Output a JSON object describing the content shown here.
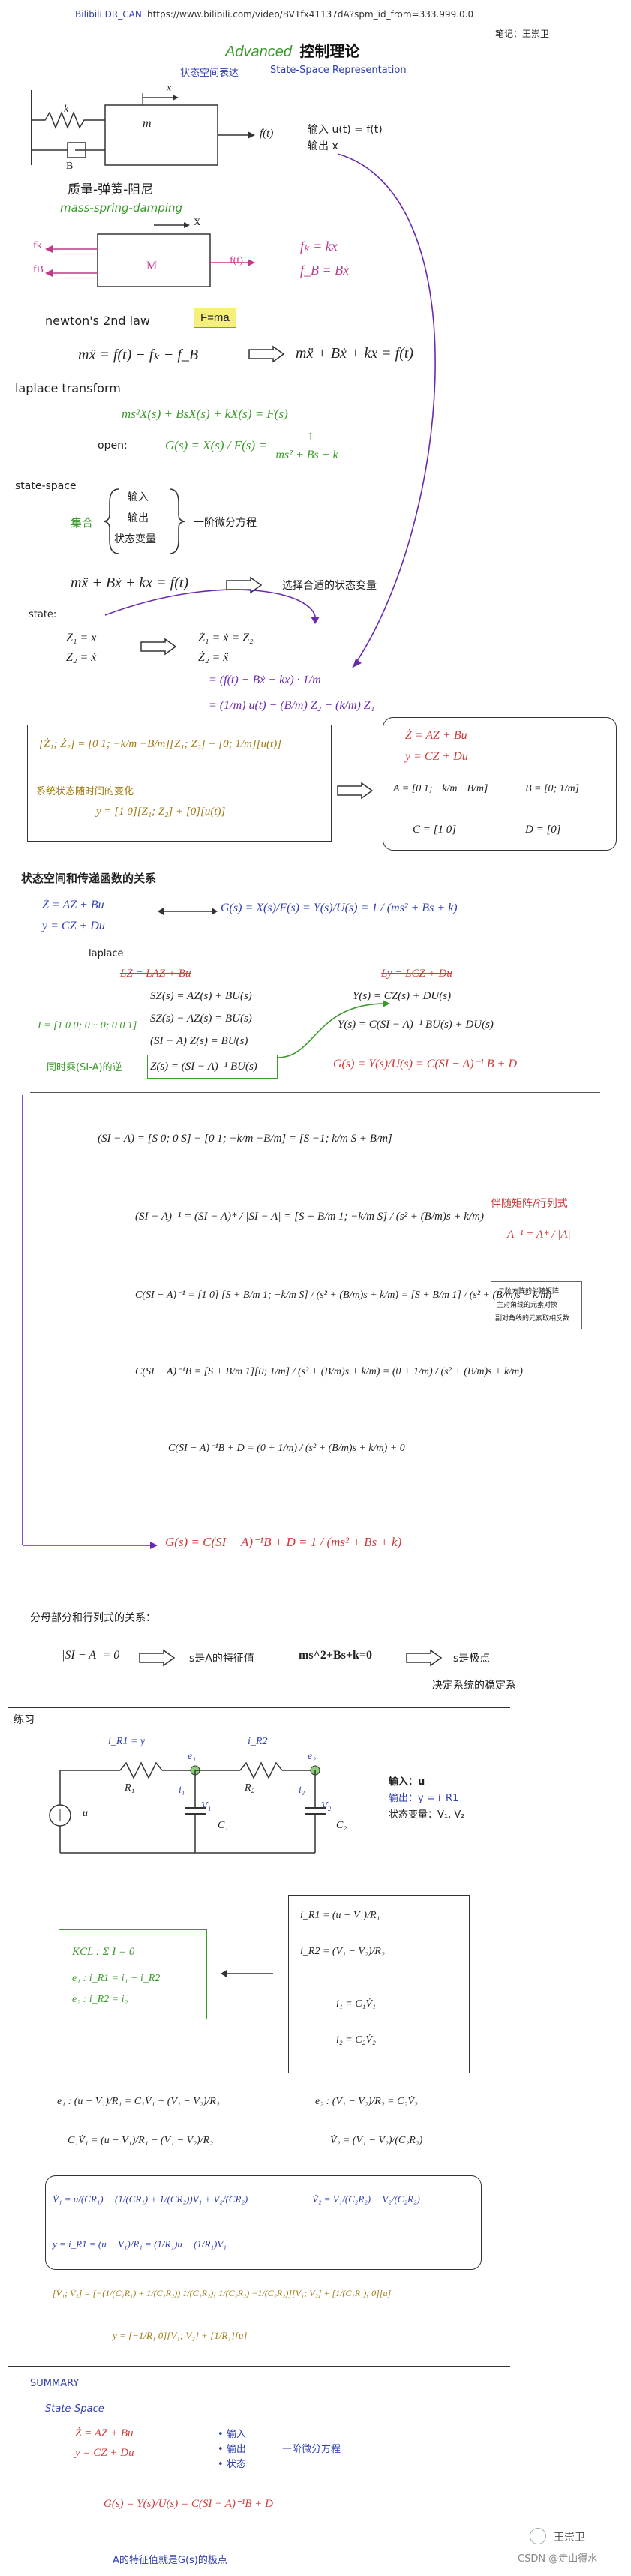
{
  "header": {
    "source_prefix": "Bilibili DR_CAN",
    "url": "https://www.bilibili.com/video/BV1fx41137dA?spm_id_from=333.999.0.0",
    "author_note": "笔记：王崇卫"
  },
  "title": {
    "advanced": "Advanced",
    "main": "控制理论"
  },
  "subtitle": {
    "cn": "状态空间表达",
    "en": "State-Space Representation"
  },
  "intro": {
    "spring_label": "k",
    "damper_label": "B",
    "mass_label": "m",
    "x_label": "x",
    "force_label": "f(t)",
    "input_line": "输入  u(t) = f(t)",
    "output_line": "输出  x",
    "msd_cn": "质量-弹簧-阻尼",
    "msd_en": "mass-spring-damping",
    "fbd_mass": "M",
    "fbd_fk": "fk",
    "fbd_fb": "fB",
    "fbd_ft": "f(t)",
    "fbd_x": "X",
    "fk_eq": "fₖ = kx",
    "fb_eq": "f_B = Bẋ"
  },
  "newton": {
    "label": "newton's 2nd law",
    "fma": "F=ma",
    "eq_left": "mẍ = f(t) − fₖ − f_B",
    "eq_right": "mẍ + Bẋ + kx = f(t)"
  },
  "laplace": {
    "label": "laplace transform",
    "eq": "ms²X(s) + BsX(s) + kX(s) = F(s)",
    "open_label": "open:",
    "tf_lhs": "G(s) = X(s) / F(s) =",
    "tf_num": "1",
    "tf_den": "ms² + Bs + k"
  },
  "state_space_intro": {
    "label": "state-space",
    "set_label": "集合",
    "items": [
      "输入",
      "输出",
      "状态变量"
    ],
    "ode_label": "一阶微分方程",
    "ode": "mẍ + Bẋ + kx = f(t)",
    "choose": "选择合适的状态变量"
  },
  "state_def": {
    "label": "state:",
    "z1": "Z₁ = x",
    "z2": "Z₂ = ẋ",
    "z1dot": "Ż₁ = ẋ = Z₂",
    "z2dot": "Ż₂ = ẍ",
    "z2dot_line2": "= (f(t) − Bẋ − kx) · 1/m",
    "z2dot_line3": "= (1/m) u(t) − (B/m) Z₂ − (k/m) Z₁"
  },
  "matrix_box": {
    "eq": "[Ż₁; Ż₂] = [0 1; −k/m −B/m][Z₁; Z₂] + [0; 1/m][u(t)]",
    "note": "系统状态随时间的变化",
    "y_eq": "y = [1 0][Z₁; Z₂] + [0][u(t)]"
  },
  "general_box": {
    "zdot": "Ż = AZ + Bu",
    "y": "y = CZ + Du",
    "A": "A = [0 1; −k/m −B/m]",
    "B": "B = [0; 1/m]",
    "C": "C = [1  0]",
    "D": "D = [0]"
  },
  "relation": {
    "heading": "状态空间和传递函数的关系",
    "zdot": "Ż = AZ + Bu",
    "y": "y = CZ + Du",
    "gs": "G(s) = X(s)/F(s) = Y(s)/U(s) = 1 / (ms² + Bs + k)",
    "laplace_label": "laplace",
    "lz": "LŻ = LAZ + Bu",
    "ly": "Ly = LCZ + Du",
    "s1": "SZ(s) = AZ(s) + BU(s)",
    "s2": "SZ(s) − AZ(s) = BU(s)",
    "s3": "(SI − A) Z(s) = BU(s)",
    "s4": "Z(s) = (SI − A)⁻¹ BU(s)",
    "identity": "I = [1 0 0; 0 ·· 0; 0 0 1]",
    "note": "同时乘(SI-A)的逆",
    "y1": "Y(s) = CZ(s) + DU(s)",
    "y2": "Y(s) = C(SI − A)⁻¹ BU(s) + DU(s)",
    "gfinal": "G(s) = Y(s)/U(s) = C(SI − A)⁻¹ B + D"
  },
  "compute": {
    "si_a": "(SI − A) = [S 0; 0 S] − [0 1; −k/m −B/m] = [S −1; k/m S + B/m]",
    "inv": "(SI − A)⁻¹ = (SI − A)* / |SI − A| = [S + B/m  1; −k/m  S] / (s² + (B/m)s + k/m)",
    "adj_label": "伴随矩阵/行列式",
    "adj_formula": "A⁻¹ = A* / |A|",
    "side_note": [
      "二阶方阵的伴随矩阵",
      "主对角线的元素对换",
      "副对角线的元素取相反数"
    ],
    "c_inv": "C(SI − A)⁻¹ = [1 0] [S + B/m  1; −k/m  S] / (s² + (B/m)s + k/m) = [S + B/m  1] / (s² + (B/m)s + k/m)",
    "c_inv_b": "C(SI − A)⁻¹B = [S + B/m  1][0; 1/m] / (s² + (B/m)s + k/m) = (0 + 1/m) / (s² + (B/m)s + k/m)",
    "c_inv_bd": "C(SI − A)⁻¹B + D = (0 + 1/m) / (s² + (B/m)s + k/m) + 0",
    "final": "G(s) = C(SI − A)⁻¹B + D = 1 / (ms² + Bs + k)"
  },
  "denominator": {
    "label": "分母部分和行列式的关系：",
    "det": "|SI − A| = 0",
    "eigen": "s是A的特征值",
    "char_eq": "ms^2+Bs+k=0",
    "pole": "s是极点",
    "stability": "决定系统的稳定系"
  },
  "exercise": {
    "label": "练习",
    "ir1": "i_R1 = y",
    "e1": "e₁",
    "ir2": "i_R2",
    "e2": "e₂",
    "r1": "R₁",
    "r2": "R₂",
    "c1": "C₁",
    "c2": "C₂",
    "v1": "V₁",
    "v2": "V₂",
    "i1": "i₁",
    "i2": "i₂",
    "u": "u",
    "io_input": "输入：u",
    "io_output": "输出：y = i_R1",
    "io_state": "状态变量：V₁, V₂",
    "kcl": "KCL : Σ I = 0",
    "kcl_e1": "e₁ : i_R1 = i₁ + i_R2",
    "kcl_e2": "e₂ : i_R2 = i₂",
    "r_ir1": "i_R1 = (u − V₁)/R₁",
    "r_ir2": "i_R2 = (V₁ − V₂)/R₂",
    "r_i1": "i₁ = C₁V̇₁",
    "r_i2": "i₂ = C₂V̇₂",
    "e1_eq": "e₁ : (u − V₁)/R₁ = C₁V̇₁ + (V₁ − V₂)/R₂",
    "e1_res": "C₁V̇₁ = (u − V₁)/R₁ − (V₁ − V₂)/R₂",
    "e2_eq": "e₂ : (V₁ − V₂)/R₂ = C₂V̇₂",
    "e2_res": "V̇₂ = (V₁ − V₂)/(C₂R₂)",
    "v1dot": "V̇₁ = u/(CR₁) − (1/(CR₁) + 1/(CR₂))V₁ + V₂/(CR₂)",
    "v2dot": "V̇₂ = V₁/(C₂R₂) − V₂/(C₂R₂)",
    "yout": "y = i_R1 = (u − V₁)/R₁ = (1/R₁)u − (1/R₁)V₁",
    "mat": "[V̇₁; V̇₂] = [−(1/(C₁R₁) + 1/(C₁R₂))  1/(C₁R₂); 1/(C₂R₂)  −1/(C₂R₂)][V₁; V₂] + [1/(C₁R₁); 0][u]",
    "ymat": "y = [−1/R₁  0][V₁; V₂] + [1/R₁][u]"
  },
  "summary": {
    "label": "SUMMARY",
    "ss": "State-Space",
    "zdot": "Ż = AZ + Bu",
    "y": "y = CZ + Du",
    "bullets": [
      "输入",
      "输出",
      "状态"
    ],
    "ode": "一阶微分方程",
    "gs": "G(s) = Y(s)/U(s) = C(SI − A)⁻¹B + D",
    "eigen": "A的特征值就是G(s)的极点"
  },
  "watermark": {
    "name": "王崇卫",
    "csdn": "CSDN @走山得水"
  }
}
